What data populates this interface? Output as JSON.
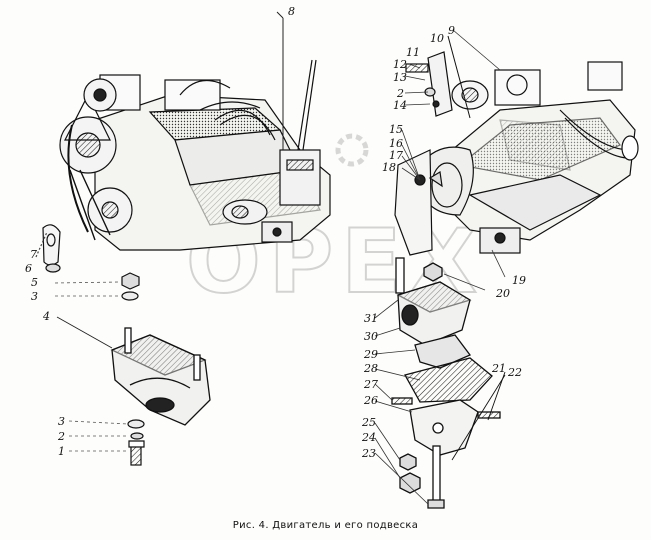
{
  "figure": {
    "caption": "Рис. 4. Двигатель и его подвеска",
    "watermark": "OPEX"
  },
  "callouts": [
    {
      "id": "c1",
      "text": "1"
    },
    {
      "id": "c2",
      "text": "2"
    },
    {
      "id": "c3",
      "text": "3"
    },
    {
      "id": "c4",
      "text": "4"
    },
    {
      "id": "c3b",
      "text": "3"
    },
    {
      "id": "c5",
      "text": "5"
    },
    {
      "id": "c6",
      "text": "6"
    },
    {
      "id": "c7",
      "text": "7"
    },
    {
      "id": "c8",
      "text": "8"
    },
    {
      "id": "c9",
      "text": "9"
    },
    {
      "id": "c10",
      "text": "10"
    },
    {
      "id": "c11",
      "text": "11"
    },
    {
      "id": "c12",
      "text": "12"
    },
    {
      "id": "c13",
      "text": "13"
    },
    {
      "id": "c2b",
      "text": "2"
    },
    {
      "id": "c14",
      "text": "14"
    },
    {
      "id": "c15",
      "text": "15"
    },
    {
      "id": "c16",
      "text": "16"
    },
    {
      "id": "c17",
      "text": "17"
    },
    {
      "id": "c18",
      "text": "18"
    },
    {
      "id": "c19",
      "text": "19"
    },
    {
      "id": "c20",
      "text": "20"
    },
    {
      "id": "c31",
      "text": "31"
    },
    {
      "id": "c30",
      "text": "30"
    },
    {
      "id": "c29",
      "text": "29"
    },
    {
      "id": "c28",
      "text": "28"
    },
    {
      "id": "c27",
      "text": "27"
    },
    {
      "id": "c26",
      "text": "26"
    },
    {
      "id": "c25",
      "text": "25"
    },
    {
      "id": "c24",
      "text": "24"
    },
    {
      "id": "c23",
      "text": "23"
    },
    {
      "id": "c21",
      "text": "21"
    },
    {
      "id": "c22",
      "text": "22"
    }
  ]
}
